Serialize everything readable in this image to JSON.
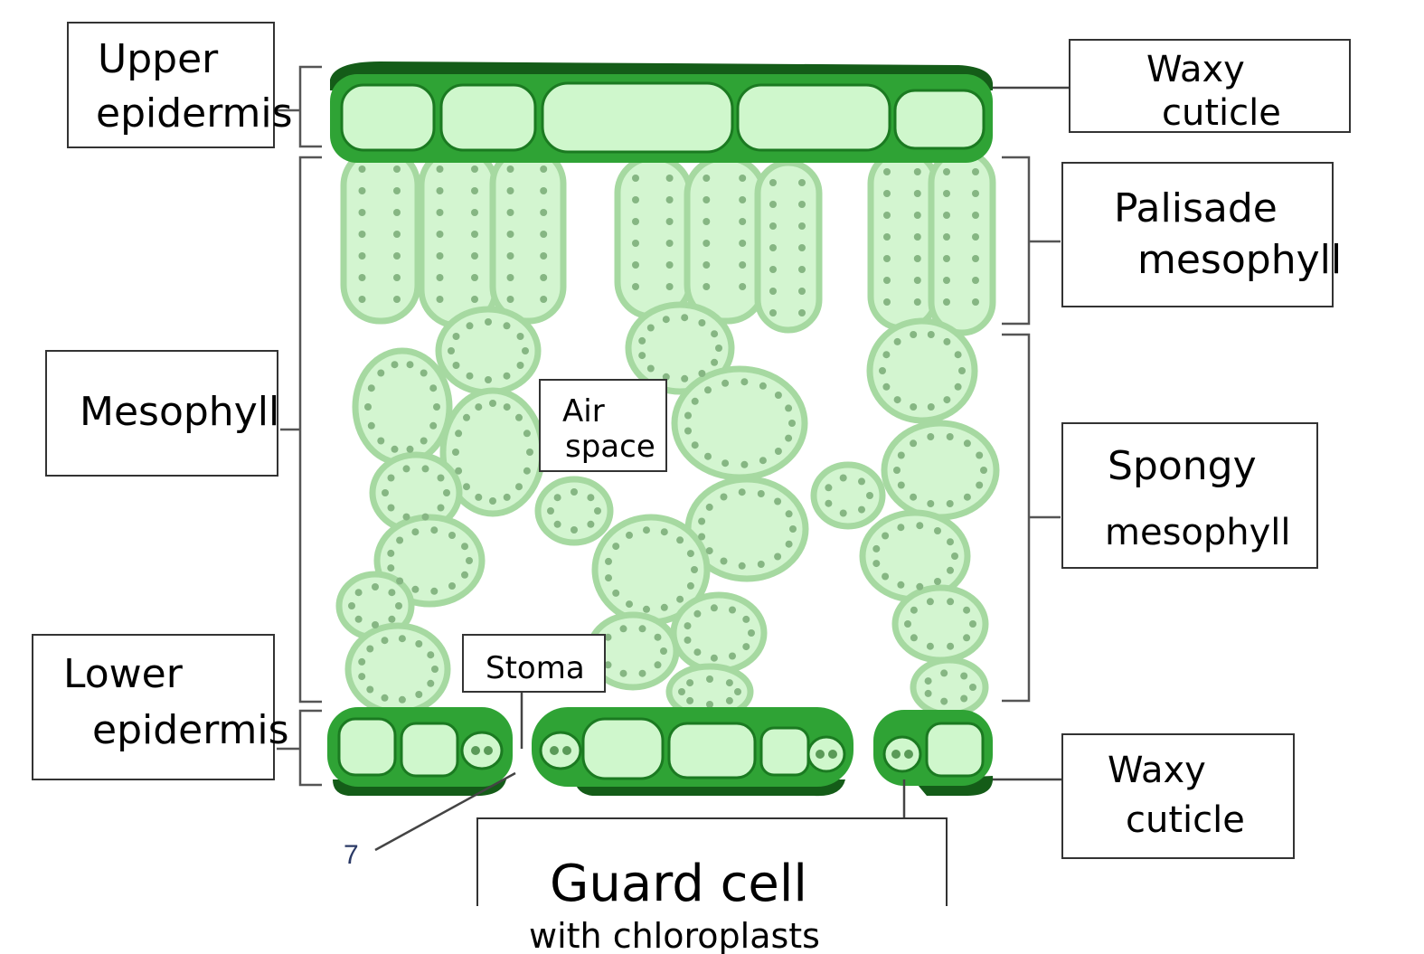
{
  "labels": {
    "upper_epidermis_l1": "Upper",
    "upper_epidermis_l2": "epidermis",
    "mesophyll": "Mesophyll",
    "lower_epidermis_l1": "Lower",
    "lower_epidermis_l2": "epidermis",
    "waxy_cuticle_top_l1": "Waxy",
    "waxy_cuticle_top_l2": "cuticle",
    "palisade_l1": "Palisade",
    "palisade_l2": "mesophyll",
    "spongy_l1": "Spongy",
    "spongy_l2": "mesophyll",
    "waxy_cuticle_bottom_l1": "Waxy",
    "waxy_cuticle_bottom_l2": "cuticle",
    "air_space_l1": "Air",
    "air_space_l2": "space",
    "stoma": "Stoma",
    "guard_cell_l1": "Guard cell",
    "guard_cell_l2": "with chloroplasts",
    "number_marker": "7"
  },
  "colors": {
    "epidermis": "#2fa335",
    "cuticle": "#145c18",
    "cell_fill": "#cff7cc",
    "mesophyll_wall": "#a6d9a1",
    "chloroplast": "#86b683"
  }
}
